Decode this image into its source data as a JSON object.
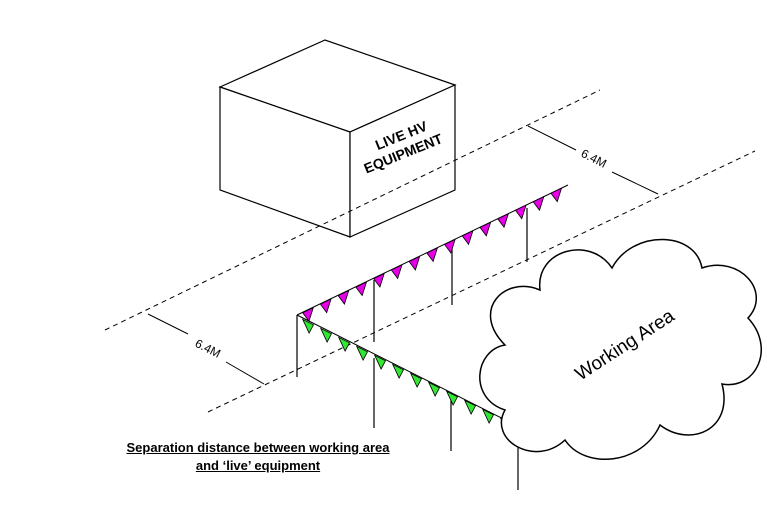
{
  "equipment_label": [
    "LIVE HV",
    "EQUIPMENT"
  ],
  "dimensions": {
    "upper": "6.4M",
    "lower": "6.4M"
  },
  "working_area_label": "Working Area",
  "caption": {
    "line1": "Separation distance between working area",
    "line2": "and ‘live’ equipment"
  },
  "colors": {
    "upper_pennants": "#e600e6",
    "lower_pennants": "#33e633",
    "lines": "#000000",
    "background": "#ffffff"
  }
}
